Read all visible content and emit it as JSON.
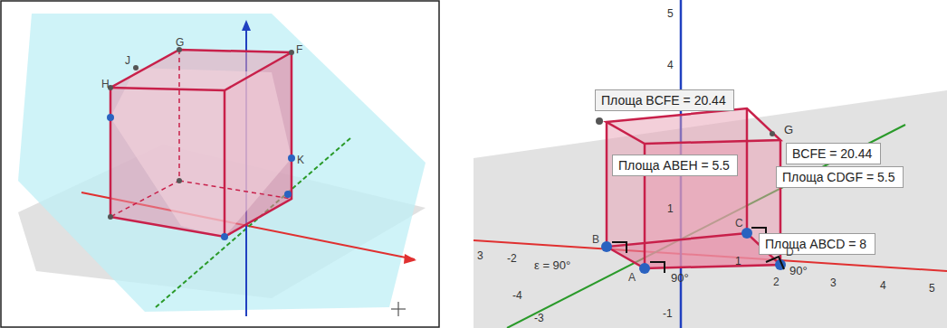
{
  "diagram": {
    "nodes": [
      {
        "text": [
          "Площа BCFE = 20.44"
        ]
      },
      {
        "text": [
          "Площа ABEH = 5.5"
        ]
      },
      {
        "text": [
          "BCFE = 20.44"
        ]
      },
      {
        "text": [
          "Площа CDGF = 5.5"
        ]
      },
      {
        "text": [
          "Площа ABCD = 8"
        ]
      }
    ],
    "labels": [
      "G",
      "J",
      "H",
      "F",
      "K",
      "5",
      "4",
      "1",
      "-1",
      "3",
      "-2",
      "1",
      "2",
      "3",
      "4",
      "5",
      "-3",
      "-4",
      "B",
      "A",
      "C",
      "D",
      "G",
      "ε = 90°",
      "90°",
      "90°"
    ]
  }
}
